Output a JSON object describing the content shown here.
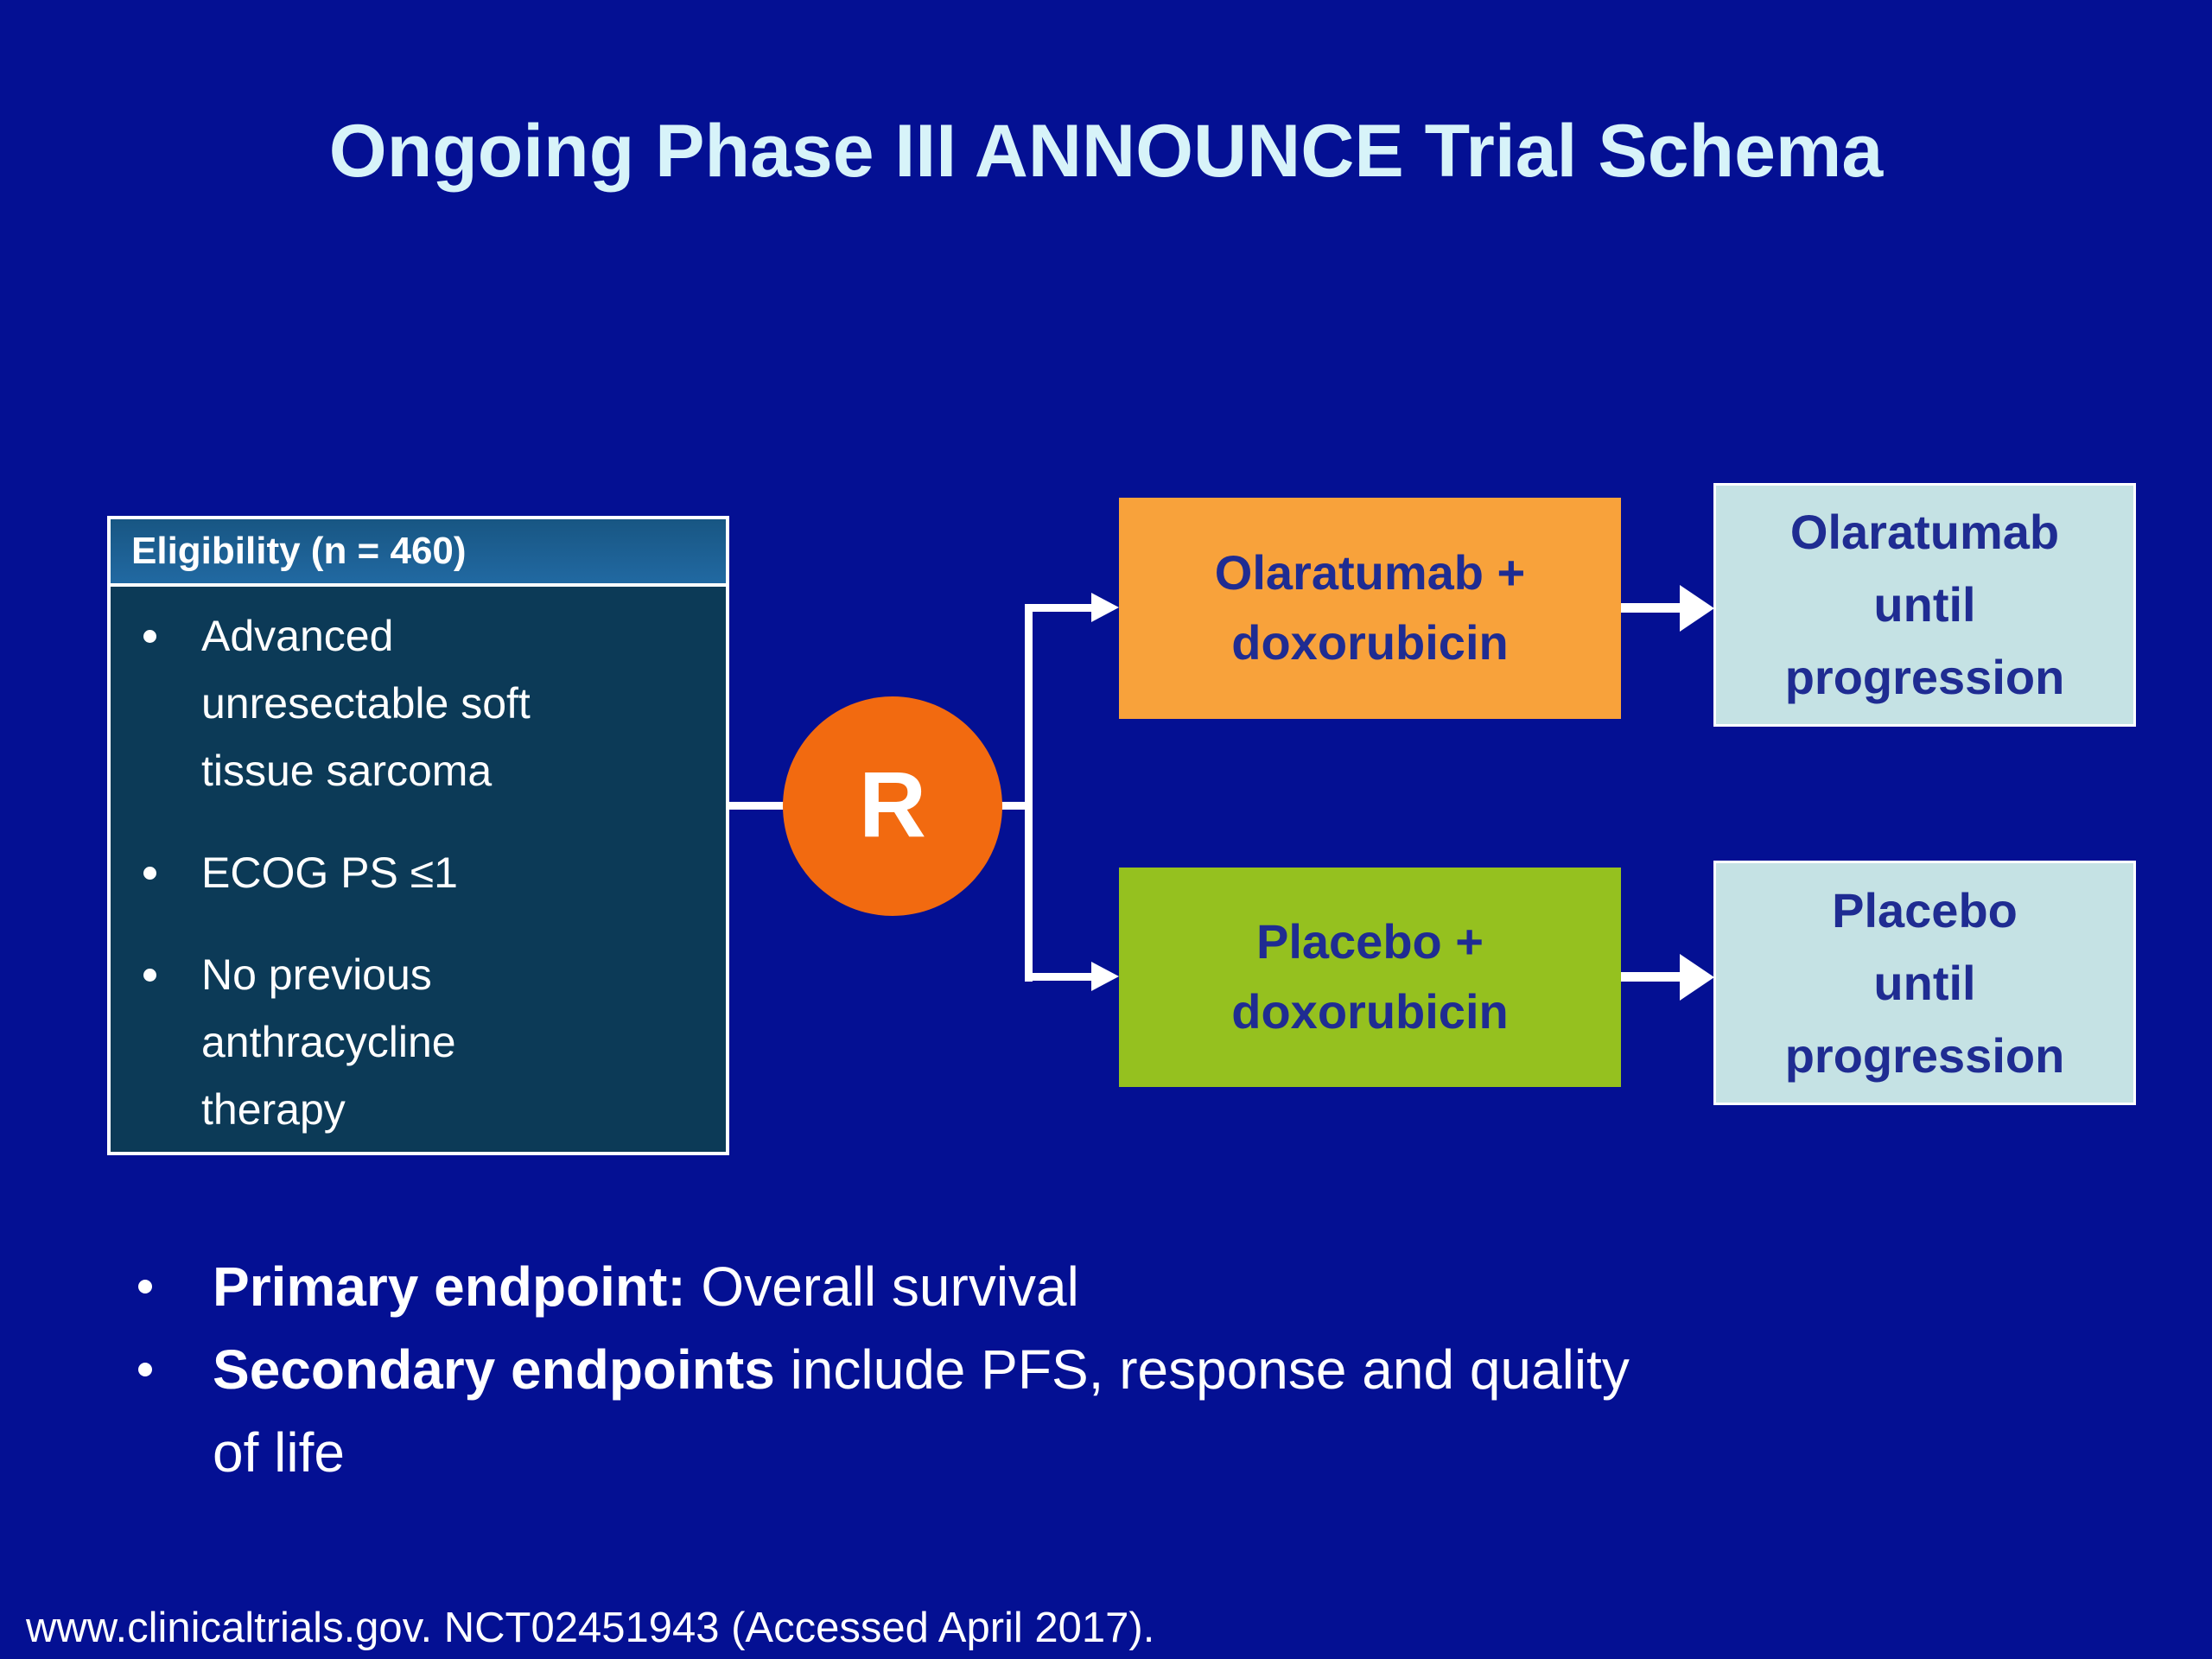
{
  "title": "Ongoing Phase III ANNOUNCE Trial Schema",
  "eligibility": {
    "header": "Eligibility (n = 460)",
    "items": [
      "Advanced\nunresectable soft\ntissue sarcoma",
      "ECOG PS ≤1",
      "No previous\nanthracycline\ntherapy"
    ]
  },
  "randomization": {
    "label": "R"
  },
  "arms": [
    {
      "treatment": "Olaratumab +\ndoxorubicin",
      "outcome": "Olaratumab\nuntil\nprogression"
    },
    {
      "treatment": "Placebo +\ndoxorubicin",
      "outcome": "Placebo\nuntil\nprogression"
    }
  ],
  "endpoints": [
    {
      "bold": "Primary endpoint:",
      "rest": " Overall survival"
    },
    {
      "bold": "Secondary endpoints",
      "rest": " include PFS, response and quality\nof life"
    }
  ],
  "footer": "www.clinicaltrials.gov. NCT02451943 (Accessed April 2017).",
  "colors": {
    "background": "#041093",
    "title_text": "#D7F3F9",
    "eligibility_header_bg": "#1E6396",
    "eligibility_body_bg": "#0C3A57",
    "randomization_circle": "#F26A10",
    "olaratumab_arm_bg": "#F8A23B",
    "placebo_arm_bg": "#95C11F",
    "outcome_box_bg": "#C5E2E4",
    "box_text": "#1F2C92",
    "connector": "#FFFFFF"
  }
}
